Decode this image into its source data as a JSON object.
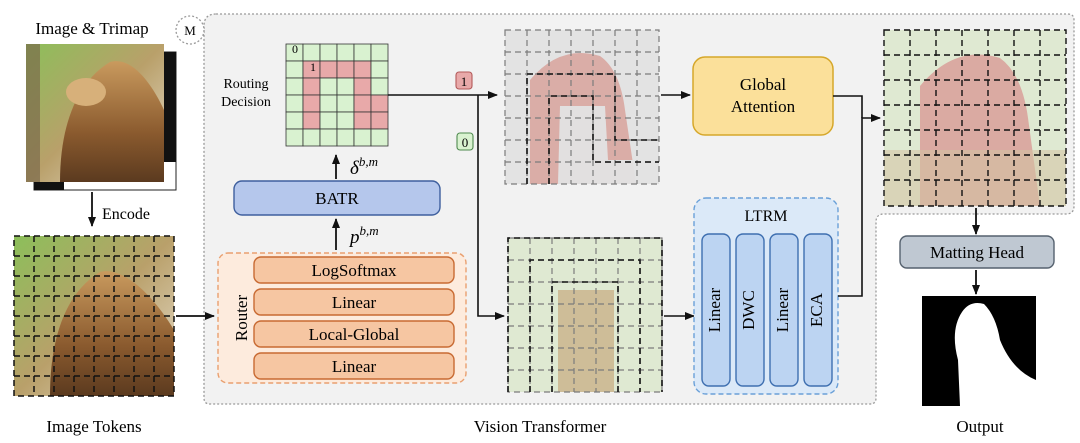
{
  "input": {
    "title": "Image & Trimap",
    "encode_label": "Encode",
    "tokens_label": "Image Tokens"
  },
  "vit": {
    "label": "Vision Transformer",
    "badge": "M",
    "routing": {
      "label_line1": "Routing",
      "label_line2": "Decision",
      "corner0": "0",
      "corner1": "1",
      "grid": [
        [
          0,
          0,
          0,
          0,
          0,
          0
        ],
        [
          0,
          1,
          1,
          1,
          1,
          0
        ],
        [
          0,
          1,
          0,
          0,
          1,
          0
        ],
        [
          0,
          1,
          0,
          0,
          1,
          1
        ],
        [
          0,
          1,
          0,
          0,
          1,
          1
        ],
        [
          0,
          0,
          0,
          0,
          0,
          0
        ]
      ],
      "route1_label": "1",
      "route0_label": "0"
    },
    "delta_label": "δ",
    "delta_sup": "b,m",
    "batr_label": "BATR",
    "p_label": "p",
    "p_sup": "b,m",
    "router": {
      "label": "Router",
      "layers": [
        "LogSoftmax",
        "Linear",
        "Local-Global",
        "Linear"
      ]
    },
    "global_attention": {
      "line1": "Global",
      "line2": "Attention"
    },
    "ltrm": {
      "label": "LTRM",
      "layers": [
        "Linear",
        "DWC",
        "Linear",
        "ECA"
      ]
    }
  },
  "output": {
    "matting_head": "Matting Head",
    "label": "Output"
  },
  "colors": {
    "green_cell": "#d9f2d0",
    "red_cell": "#e8a9a9",
    "batr_fill": "#b5c7ec",
    "router_fill": "#f6c6a2",
    "router_bg": "#fdebdd",
    "global_fill": "#fbe09a",
    "ltrm_fill": "#bcd4f2",
    "head_fill": "#bfc8d2"
  }
}
